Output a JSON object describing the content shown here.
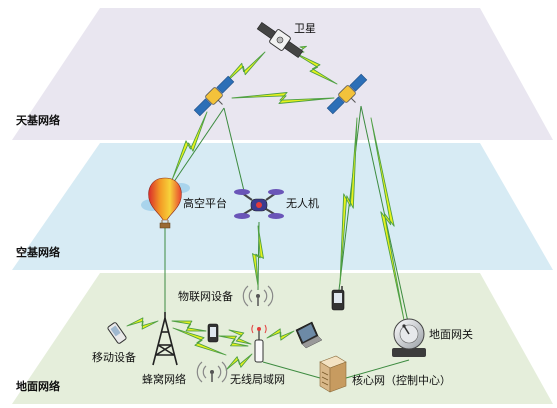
{
  "layers": {
    "space": {
      "label": "天基网络",
      "color": "#e9e6f0"
    },
    "air": {
      "label": "空基网络",
      "color": "#d7ebf4"
    },
    "ground": {
      "label": "地面网络",
      "color": "#e5eedb"
    }
  },
  "nodes": {
    "satellite": "卫星",
    "hap": "高空平台",
    "uav": "无人机",
    "iot": "物联网设备",
    "mobile": "移动设备",
    "cellular": "蜂窝网络",
    "wlan": "无线局域网",
    "core": "核心网（控制中心）",
    "gateway": "地面网关"
  },
  "colors": {
    "link_fill": "#e6f21c",
    "link_stroke": "#4fa043",
    "line": "#3d8b40"
  }
}
